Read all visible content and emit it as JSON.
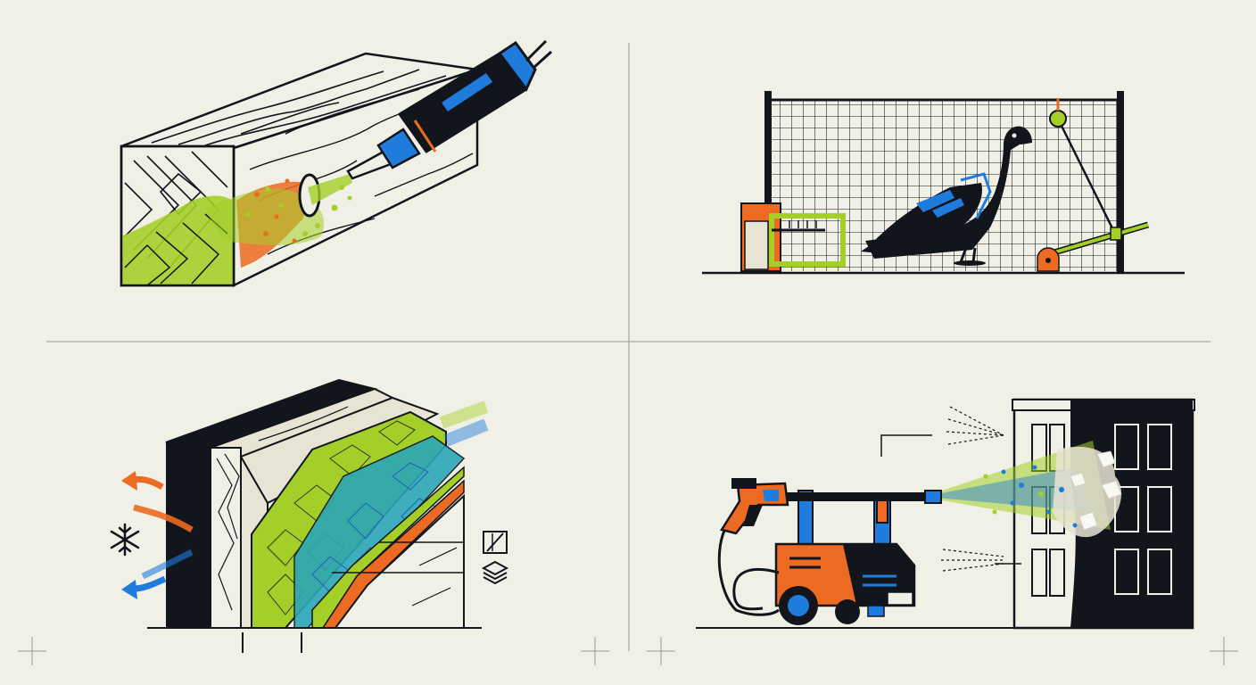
{
  "colors": {
    "background": "#f1f0e6",
    "ink": "#12151c",
    "blue": "#1f7bdc",
    "orange": "#ec6a22",
    "lime": "#a4cf28",
    "divider": "#9a9a92",
    "paper": "#e8e4d4"
  },
  "panels": [
    {
      "id": "wood-injection",
      "icons": [
        "injector-nozzle-icon",
        "wood-beam-icon",
        "spray-particles-icon"
      ]
    },
    {
      "id": "pigeon-trap",
      "icons": [
        "pigeon-icon",
        "wire-cage-icon",
        "trap-lever-icon"
      ]
    },
    {
      "id": "wall-insulation",
      "icons": [
        "snowflake-icon",
        "cut-layer-icon",
        "stacked-layers-icon",
        "warm-air-arrow-icon",
        "cold-air-arrow-icon"
      ]
    },
    {
      "id": "facade-pressure-washing",
      "icons": [
        "pressure-washer-icon",
        "spray-gun-icon",
        "building-facade-icon",
        "water-spray-icon"
      ]
    }
  ]
}
